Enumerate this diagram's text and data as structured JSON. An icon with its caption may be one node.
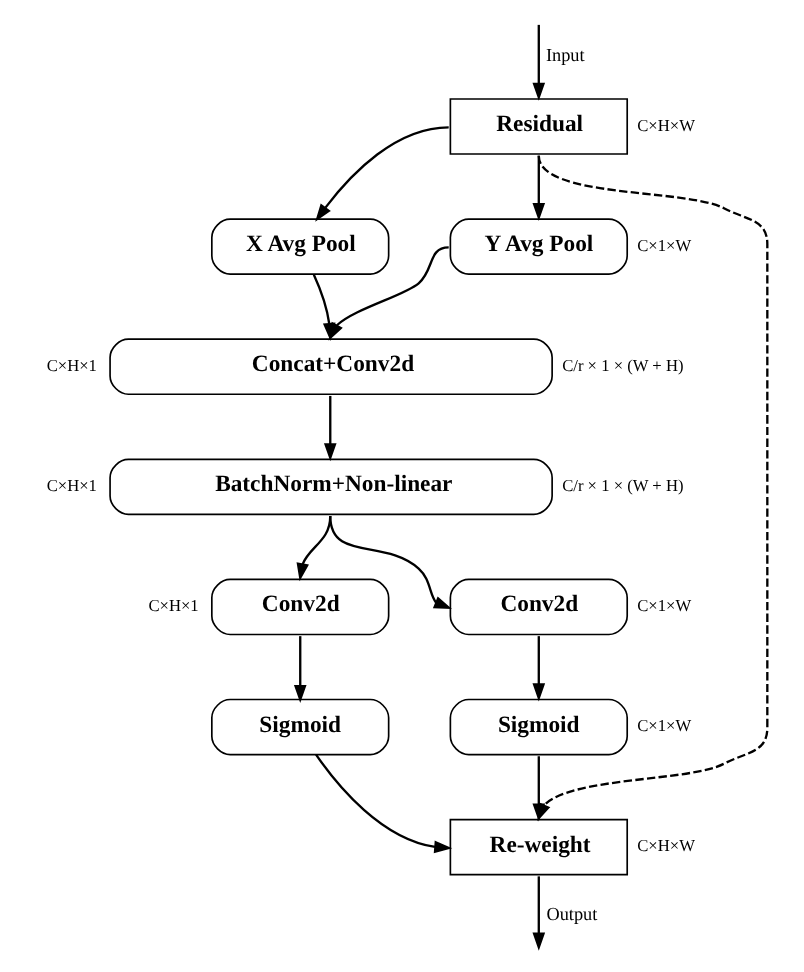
{
  "diagram": {
    "nodes": [
      {
        "text": [
          "Residual"
        ],
        "beside": [
          "C×H×W"
        ]
      },
      {
        "text": [
          "X Avg Pool"
        ]
      },
      {
        "text": [
          "Y Avg Pool"
        ],
        "beside": [
          "C×1×W"
        ]
      },
      {
        "text": [
          "Concat+Conv2d"
        ],
        "beside": [
          "C×H×1",
          "C/r × 1 × (W + H)"
        ]
      },
      {
        "text": [
          "BatchNorm+Non-linear"
        ],
        "beside": [
          "C×H×1",
          "C/r × 1 × (W + H)"
        ]
      },
      {
        "text": [
          "Conv2d"
        ],
        "beside": [
          "C×H×1"
        ]
      },
      {
        "text": [
          "Conv2d"
        ],
        "beside": [
          "C×1×W"
        ]
      },
      {
        "text": [
          "Sigmoid"
        ]
      },
      {
        "text": [
          "Sigmoid"
        ],
        "beside": [
          "C×1×W"
        ]
      },
      {
        "text": [
          "Re-weight"
        ],
        "beside": [
          "C×H×W"
        ]
      }
    ],
    "edges": [
      {
        "from": null,
        "to": 0,
        "arrow": "to",
        "label": "Input"
      },
      {
        "from": 0,
        "to": 1,
        "arrow": "to"
      },
      {
        "from": 0,
        "to": 2,
        "arrow": "to"
      },
      {
        "from": 0,
        "to": 9,
        "arrow": "to",
        "style": "dashed"
      },
      {
        "from": 1,
        "to": 3,
        "arrow": "to"
      },
      {
        "from": 2,
        "to": 3,
        "arrow": "to"
      },
      {
        "from": 3,
        "to": 4,
        "arrow": "to"
      },
      {
        "from": 4,
        "to": 5,
        "arrow": "to"
      },
      {
        "from": 4,
        "to": 6,
        "arrow": "to"
      },
      {
        "from": 5,
        "to": 7,
        "arrow": "to"
      },
      {
        "from": 6,
        "to": 8,
        "arrow": "to"
      },
      {
        "from": 7,
        "to": 9,
        "arrow": "to"
      },
      {
        "from": 8,
        "to": 9,
        "arrow": "to"
      },
      {
        "from": 9,
        "to": null,
        "arrow": "to",
        "label": "Output"
      }
    ]
  }
}
